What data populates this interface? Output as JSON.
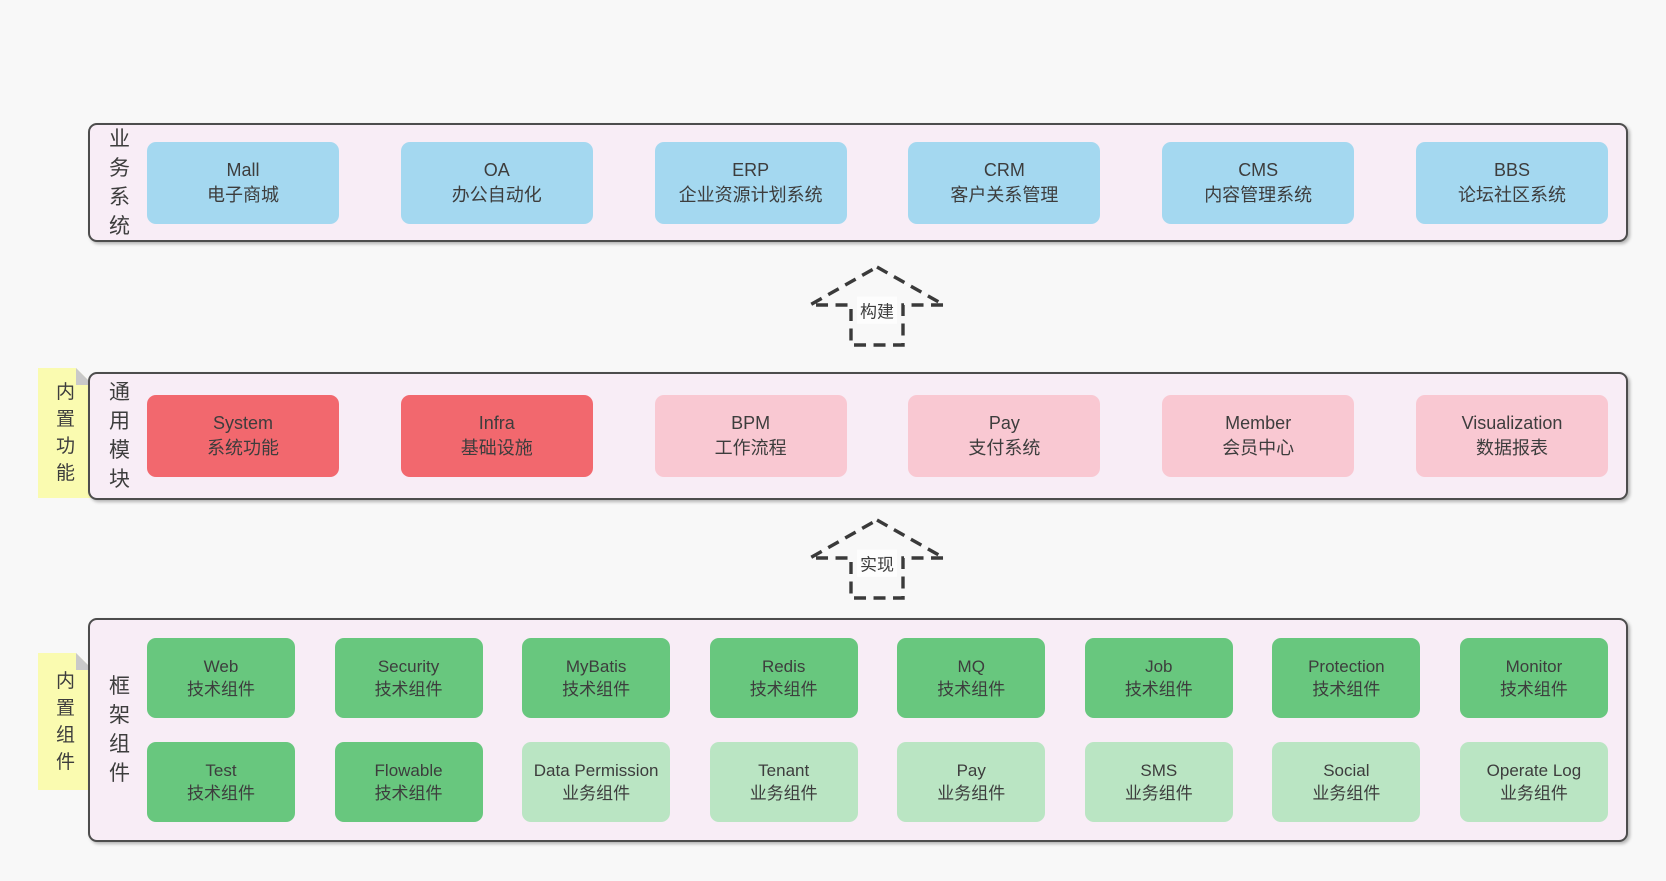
{
  "colors": {
    "page_bg": "#f8f8f8",
    "container_bg": "#f8edf6",
    "container_border": "#4d4d4d",
    "blue": "#a4d8f0",
    "red": "#f2686e",
    "pink": "#f9c8d2",
    "green": "#68c77e",
    "green_light": "#bae5c3",
    "sticky_yellow": "#fafbb0",
    "sticky_fold": "#c9c9c9",
    "text": "#3d3d3d"
  },
  "arrows": [
    {
      "label": "构建"
    },
    {
      "label": "实现"
    }
  ],
  "sections": {
    "business": {
      "label": "业务系统",
      "boxes": [
        {
          "title": "Mall",
          "subtitle": "电子商城",
          "color": "blue"
        },
        {
          "title": "OA",
          "subtitle": "办公自动化",
          "color": "blue"
        },
        {
          "title": "ERP",
          "subtitle": "企业资源计划系统",
          "color": "blue"
        },
        {
          "title": "CRM",
          "subtitle": "客户关系管理",
          "color": "blue"
        },
        {
          "title": "CMS",
          "subtitle": "内容管理系统",
          "color": "blue"
        },
        {
          "title": "BBS",
          "subtitle": "论坛社区系统",
          "color": "blue"
        }
      ]
    },
    "modules": {
      "label": "通用模块",
      "sticky": "内置功能",
      "boxes": [
        {
          "title": "System",
          "subtitle": "系统功能",
          "color": "red"
        },
        {
          "title": "Infra",
          "subtitle": "基础设施",
          "color": "red"
        },
        {
          "title": "BPM",
          "subtitle": "工作流程",
          "color": "pink"
        },
        {
          "title": "Pay",
          "subtitle": "支付系统",
          "color": "pink"
        },
        {
          "title": "Member",
          "subtitle": "会员中心",
          "color": "pink"
        },
        {
          "title": "Visualization",
          "subtitle": "数据报表",
          "color": "pink"
        }
      ]
    },
    "components": {
      "label": "框架组件",
      "sticky": "内置组件",
      "rows": [
        [
          {
            "title": "Web",
            "subtitle": "技术组件",
            "color": "green"
          },
          {
            "title": "Security",
            "subtitle": "技术组件",
            "color": "green"
          },
          {
            "title": "MyBatis",
            "subtitle": "技术组件",
            "color": "green"
          },
          {
            "title": "Redis",
            "subtitle": "技术组件",
            "color": "green"
          },
          {
            "title": "MQ",
            "subtitle": "技术组件",
            "color": "green"
          },
          {
            "title": "Job",
            "subtitle": "技术组件",
            "color": "green"
          },
          {
            "title": "Protection",
            "subtitle": "技术组件",
            "color": "green"
          },
          {
            "title": "Monitor",
            "subtitle": "技术组件",
            "color": "green"
          }
        ],
        [
          {
            "title": "Test",
            "subtitle": "技术组件",
            "color": "green"
          },
          {
            "title": "Flowable",
            "subtitle": "技术组件",
            "color": "green"
          },
          {
            "title": "Data Permission",
            "subtitle": "业务组件",
            "color": "green_light"
          },
          {
            "title": "Tenant",
            "subtitle": "业务组件",
            "color": "green_light"
          },
          {
            "title": "Pay",
            "subtitle": "业务组件",
            "color": "green_light"
          },
          {
            "title": "SMS",
            "subtitle": "业务组件",
            "color": "green_light"
          },
          {
            "title": "Social",
            "subtitle": "业务组件",
            "color": "green_light"
          },
          {
            "title": "Operate Log",
            "subtitle": "业务组件",
            "color": "green_light"
          }
        ]
      ]
    }
  }
}
